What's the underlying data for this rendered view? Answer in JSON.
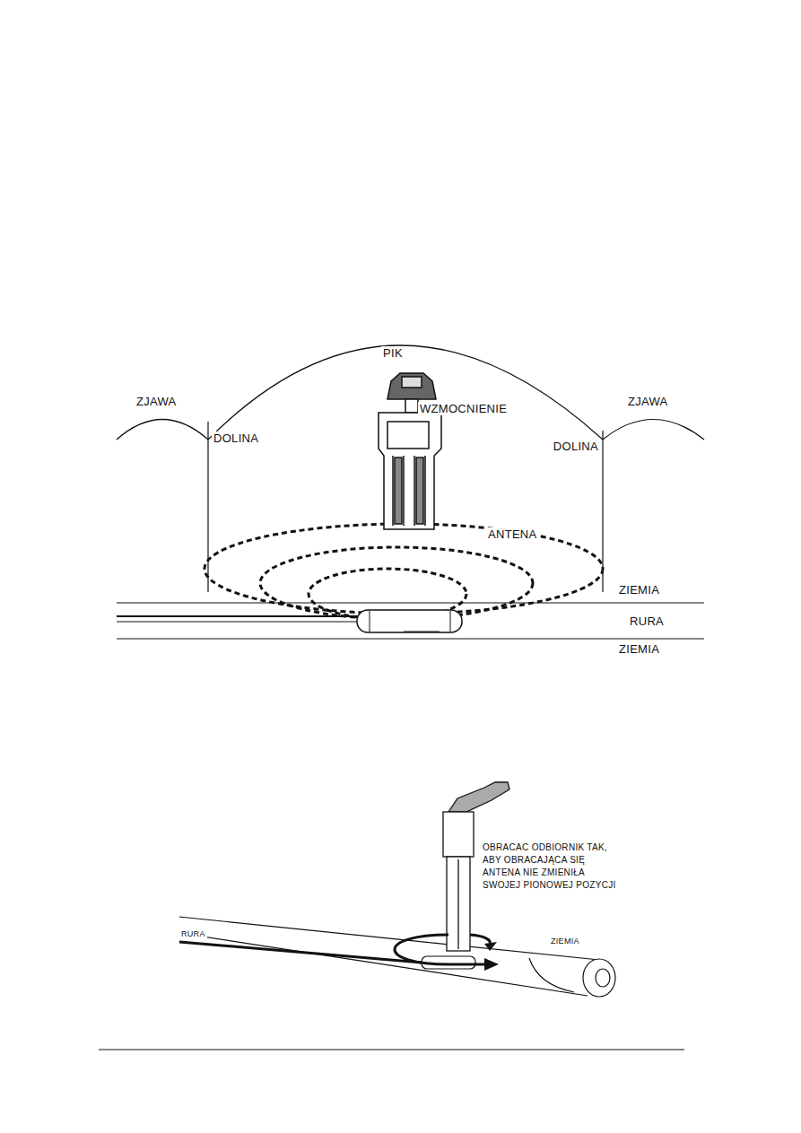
{
  "diagram": {
    "labels": [
      "PIK",
      "ZJAWA",
      "WZMOCNIENIE",
      "ZJAWA",
      "DOLINA",
      "DOLINA",
      "ANTENA",
      "ZIEMIA",
      "RURA",
      "ZIEMIA",
      "OBRACAC ODBIORNIK TAK, ABY OBRACAJĄCA SIĘ ANTENA NIE ZMIENIŁA SWOJEJ PIONOWEJ POZYCJI",
      "RURA",
      "ZIEMIA"
    ]
  }
}
